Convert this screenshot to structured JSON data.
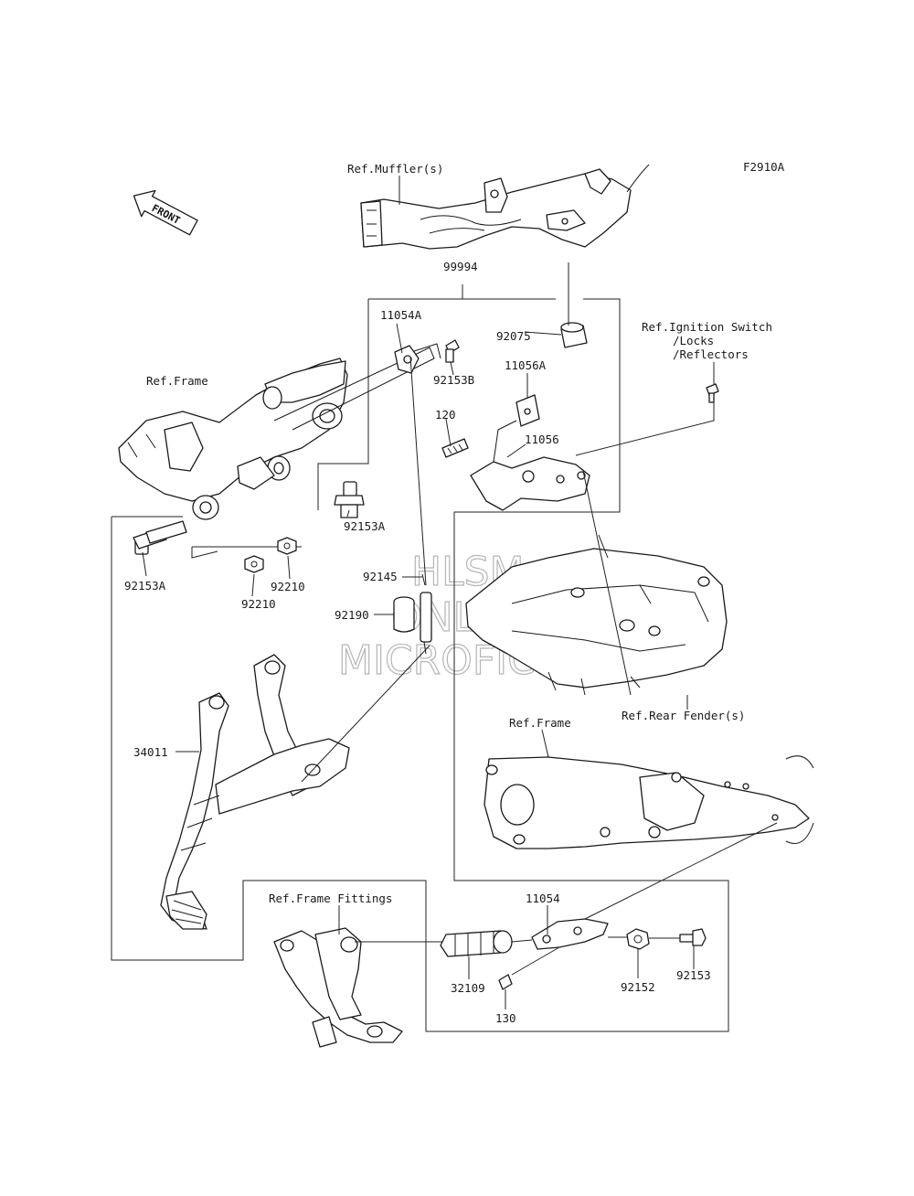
{
  "figure_code": "F2910A",
  "front_arrow_label": "FRONT",
  "watermark": {
    "line1": "HLSM",
    "line2": "ONLINE",
    "line3": "MICROFICHE"
  },
  "labels": {
    "ref_muffler": "Ref.Muffler(s)",
    "ref_frame_1": "Ref.Frame",
    "ref_frame_2": "Ref.Frame",
    "ref_ignition_1": "Ref.Ignition Switch",
    "ref_ignition_2": "/Locks",
    "ref_ignition_3": "/Reflectors",
    "ref_rear_fender": "Ref.Rear Fender(s)",
    "ref_frame_fittings": "Ref.Frame Fittings",
    "p99994": "99994",
    "p92075": "92075",
    "p11054A": "11054A",
    "p92153B": "92153B",
    "p11056A": "11056A",
    "p120": "120",
    "p11056": "11056",
    "p92153A_1": "92153A",
    "p92153A_2": "92153A",
    "p92210_1": "92210",
    "p92210_2": "92210",
    "p92145": "92145",
    "p92190": "92190",
    "p34011": "34011",
    "p11054": "11054",
    "p32109": "32109",
    "p130": "130",
    "p92152": "92152",
    "p92153": "92153"
  }
}
